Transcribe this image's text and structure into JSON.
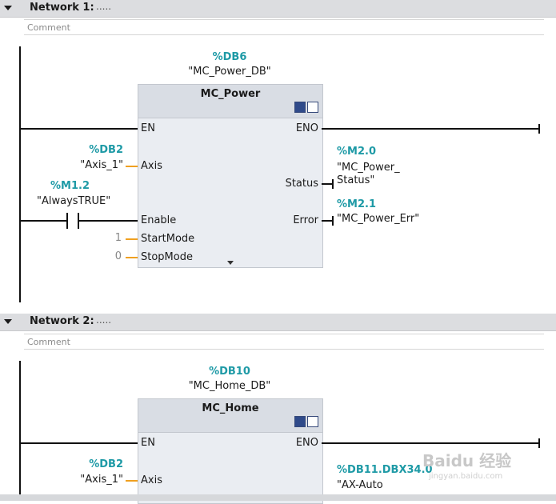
{
  "networks": [
    {
      "title": "Network 1:",
      "dots": ".....",
      "comment": "Comment",
      "instance": {
        "db": "%DB6",
        "name": "\"MC_Power_DB\""
      },
      "block_name": "MC_Power",
      "pins": {
        "en": "EN",
        "eno": "ENO",
        "axis": "Axis",
        "status": "Status",
        "enable": "Enable",
        "error": "Error",
        "startmode": "StartMode",
        "stopmode": "StopMode"
      },
      "axis_in": {
        "addr": "%DB2",
        "name": "\"Axis_1\""
      },
      "status_out": {
        "addr": "%M2.0",
        "name_line1": "\"MC_Power_",
        "name_line2": "Status\""
      },
      "contact": {
        "addr": "%M1.2",
        "name": "\"AlwaysTRUE\""
      },
      "error_out": {
        "addr": "%M2.1",
        "name": "\"MC_Power_Err\""
      },
      "startmode_value": "1",
      "stopmode_value": "0"
    },
    {
      "title": "Network 2:",
      "dots": ".....",
      "comment": "Comment",
      "instance": {
        "db": "%DB10",
        "name": "\"MC_Home_DB\""
      },
      "block_name": "MC_Home",
      "pins": {
        "en": "EN",
        "eno": "ENO",
        "axis": "Axis"
      },
      "axis_in": {
        "addr": "%DB2",
        "name": "\"Axis_1\""
      },
      "done_out": {
        "addr": "%DB11.DBX34.0",
        "name_line1": "\"AX-Auto"
      }
    }
  ],
  "watermark": {
    "brand": "Baidu 经验",
    "url": "jingyan.baidu.com"
  },
  "colors": {
    "accent_teal": "#1e9aa6",
    "param_line": "#f0a020",
    "header_bg": "#dcdde0",
    "block_bg": "#eaedf2"
  },
  "icons": [
    "collapse-triangle-icon",
    "block-instance-icon",
    "block-watch-icon",
    "expand-chevron-icon"
  ]
}
